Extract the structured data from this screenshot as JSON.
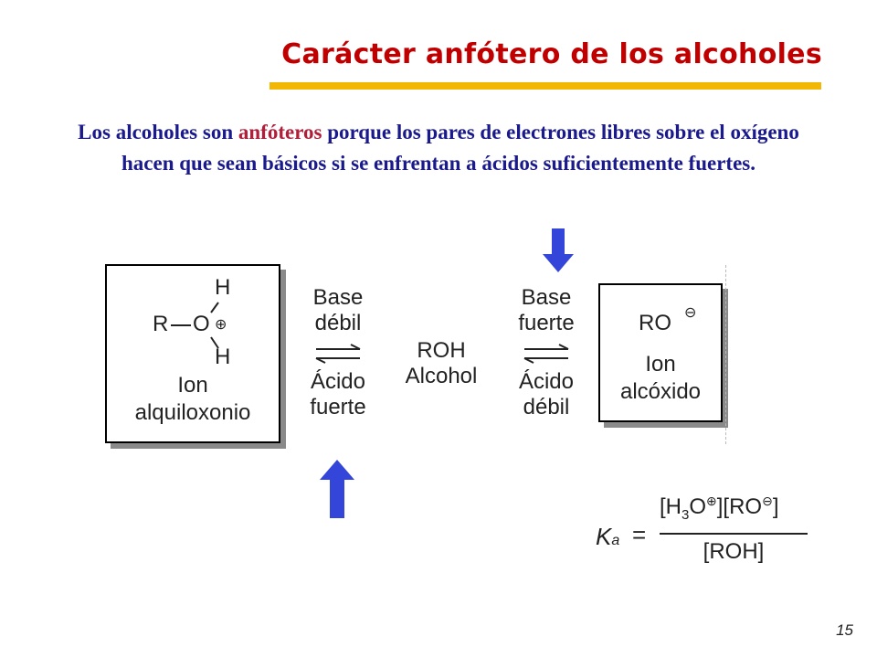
{
  "slide": {
    "title": "Carácter anfótero de los alcoholes",
    "page_number": "15",
    "accent_color": "#f2b705",
    "title_color": "#c00000"
  },
  "intro": {
    "part1": "Los alcoholes son ",
    "highlight": "anfóteros",
    "part2": " porque los pares de electrones libres sobre el oxígeno hacen que sean básicos si se enfrentan a ácidos suficientemente fuertes."
  },
  "left_box": {
    "atom_r": "R",
    "atom_o": "O",
    "atom_h_top": "H",
    "atom_h_bottom": "H",
    "charge": "⊕",
    "label_line1": "Ion",
    "label_line2": "alquiloxonio"
  },
  "eq_left": {
    "top_line1": "Base",
    "top_line2": "débil",
    "bottom_line1": "Ácido",
    "bottom_line2": "fuerte"
  },
  "center": {
    "formula": "ROH",
    "name": "Alcohol"
  },
  "eq_right": {
    "top_line1": "Base",
    "top_line2": "fuerte",
    "bottom_line1": "Ácido",
    "bottom_line2": "débil"
  },
  "right_box": {
    "formula": "RO",
    "charge": "⊖",
    "label_line1": "Ion",
    "label_line2": "alcóxido"
  },
  "ka": {
    "k": "K",
    "sub_a": "a",
    "equals": "=",
    "num_1": "[H",
    "num_sub3": "3",
    "num_2": "O",
    "num_plus": "⊕",
    "num_3": "][RO",
    "num_minus": "⊖",
    "num_4": "]",
    "denominator": "[ROH]"
  },
  "arrows_color": "#3346d9"
}
